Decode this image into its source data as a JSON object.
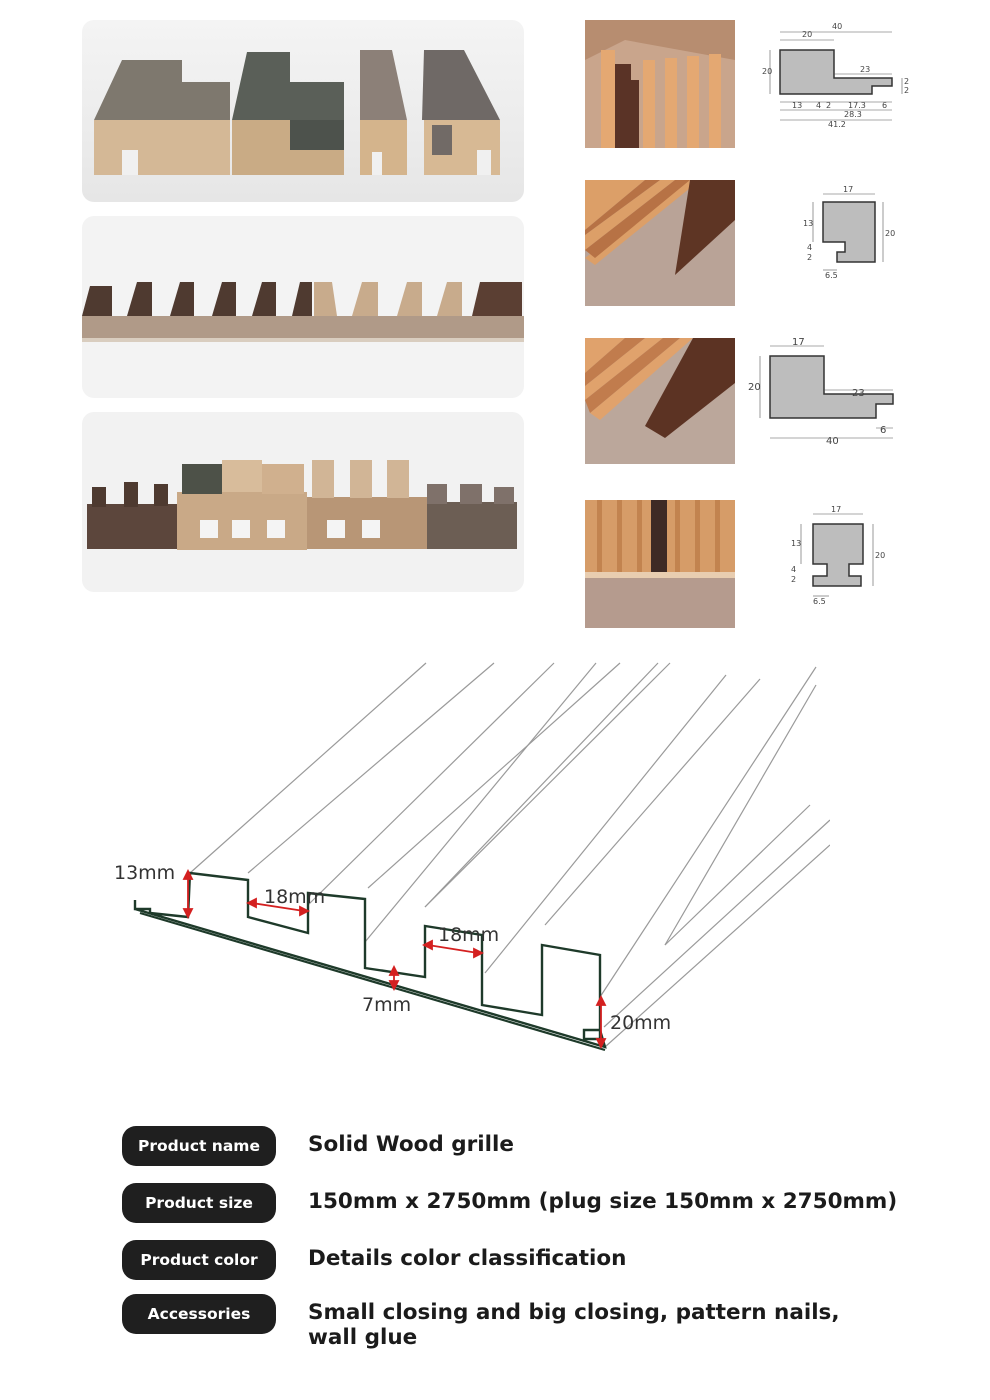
{
  "diagram": {
    "labels": {
      "d13": "13mm",
      "d18a": "18mm",
      "d18b": "18mm",
      "d7": "7mm",
      "d20": "20mm"
    }
  },
  "profiles": [
    {
      "dims": [
        "40",
        "20",
        "20",
        "23",
        "13",
        "4",
        "2",
        "17.3",
        "6",
        "28.3",
        "41.2",
        "2",
        "2"
      ]
    },
    {
      "dims": [
        "17",
        "13",
        "20",
        "4",
        "2",
        "6.5"
      ]
    },
    {
      "dims": [
        "17",
        "20",
        "23",
        "6",
        "40"
      ]
    },
    {
      "dims": [
        "17",
        "13",
        "20",
        "4",
        "2",
        "6.5"
      ]
    }
  ],
  "specs": [
    {
      "label": "Product name",
      "value": "Solid Wood grille"
    },
    {
      "label": "Product size",
      "value": "150mm x 2750mm (plug size 150mm x 2750mm)"
    },
    {
      "label": "Product color",
      "value": "Details color classification"
    },
    {
      "label": "Accessories",
      "value": "Small closing and big closing, pattern nails,",
      "value2": "wall glue"
    }
  ],
  "colors": {
    "pill_bg": "#1f1f1f",
    "diagram_outline": "#1e3a2a",
    "arrow_red": "#d42020",
    "walnut": "#5a3b2c",
    "teak": "#d9a06b",
    "grey_oak": "#8a857c"
  }
}
